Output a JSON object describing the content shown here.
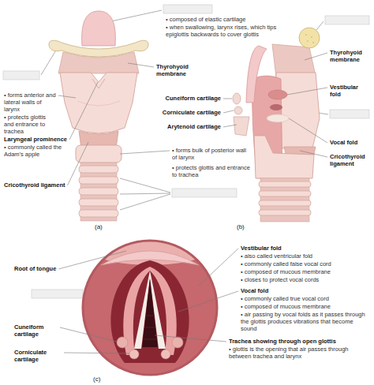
{
  "diagram": {
    "labels": [
      "• composed of elastic cartilage",
      "• when swallowing, larynx rises, which tips epiglottis backwards to cover glottis",
      "Thyrohyoid membrane",
      "• forms anterior and lateral walls of larynx",
      "• protects glottis and entrance to trachea",
      "Laryngeal prominence",
      "• commonly called the Adam's apple",
      "Cricothyroid ligament",
      "(a)",
      "Cuneiform cartilage",
      "Corniculate cartilage",
      "Arytenoid cartilage",
      "• forms bulk of posterior wall of larynx",
      "• protects glottis and entrance to trachea",
      "(b)",
      "Thyrohyoid membrane",
      "Vestibular fold",
      "Vocal fold",
      "Cricothyroid ligament",
      "Root of tongue",
      "Cuneiform cartilage",
      "Corniculate cartilage",
      "(c)",
      "Vestibular fold",
      "• also called ventricular fold",
      "• commonly called false vocal cord",
      "• composed of mucous membrane",
      "• closes to protect vocal cords",
      "Vocal fold",
      "• commonly called true vocal cord",
      "• composed of mucous membrane",
      "• air passing by vocal folds as it passes through the glottis produces vibrations that become sound",
      "Trachea showing through open glottis",
      "• glottis is the opening that air passes through between trachea and larynx"
    ]
  }
}
